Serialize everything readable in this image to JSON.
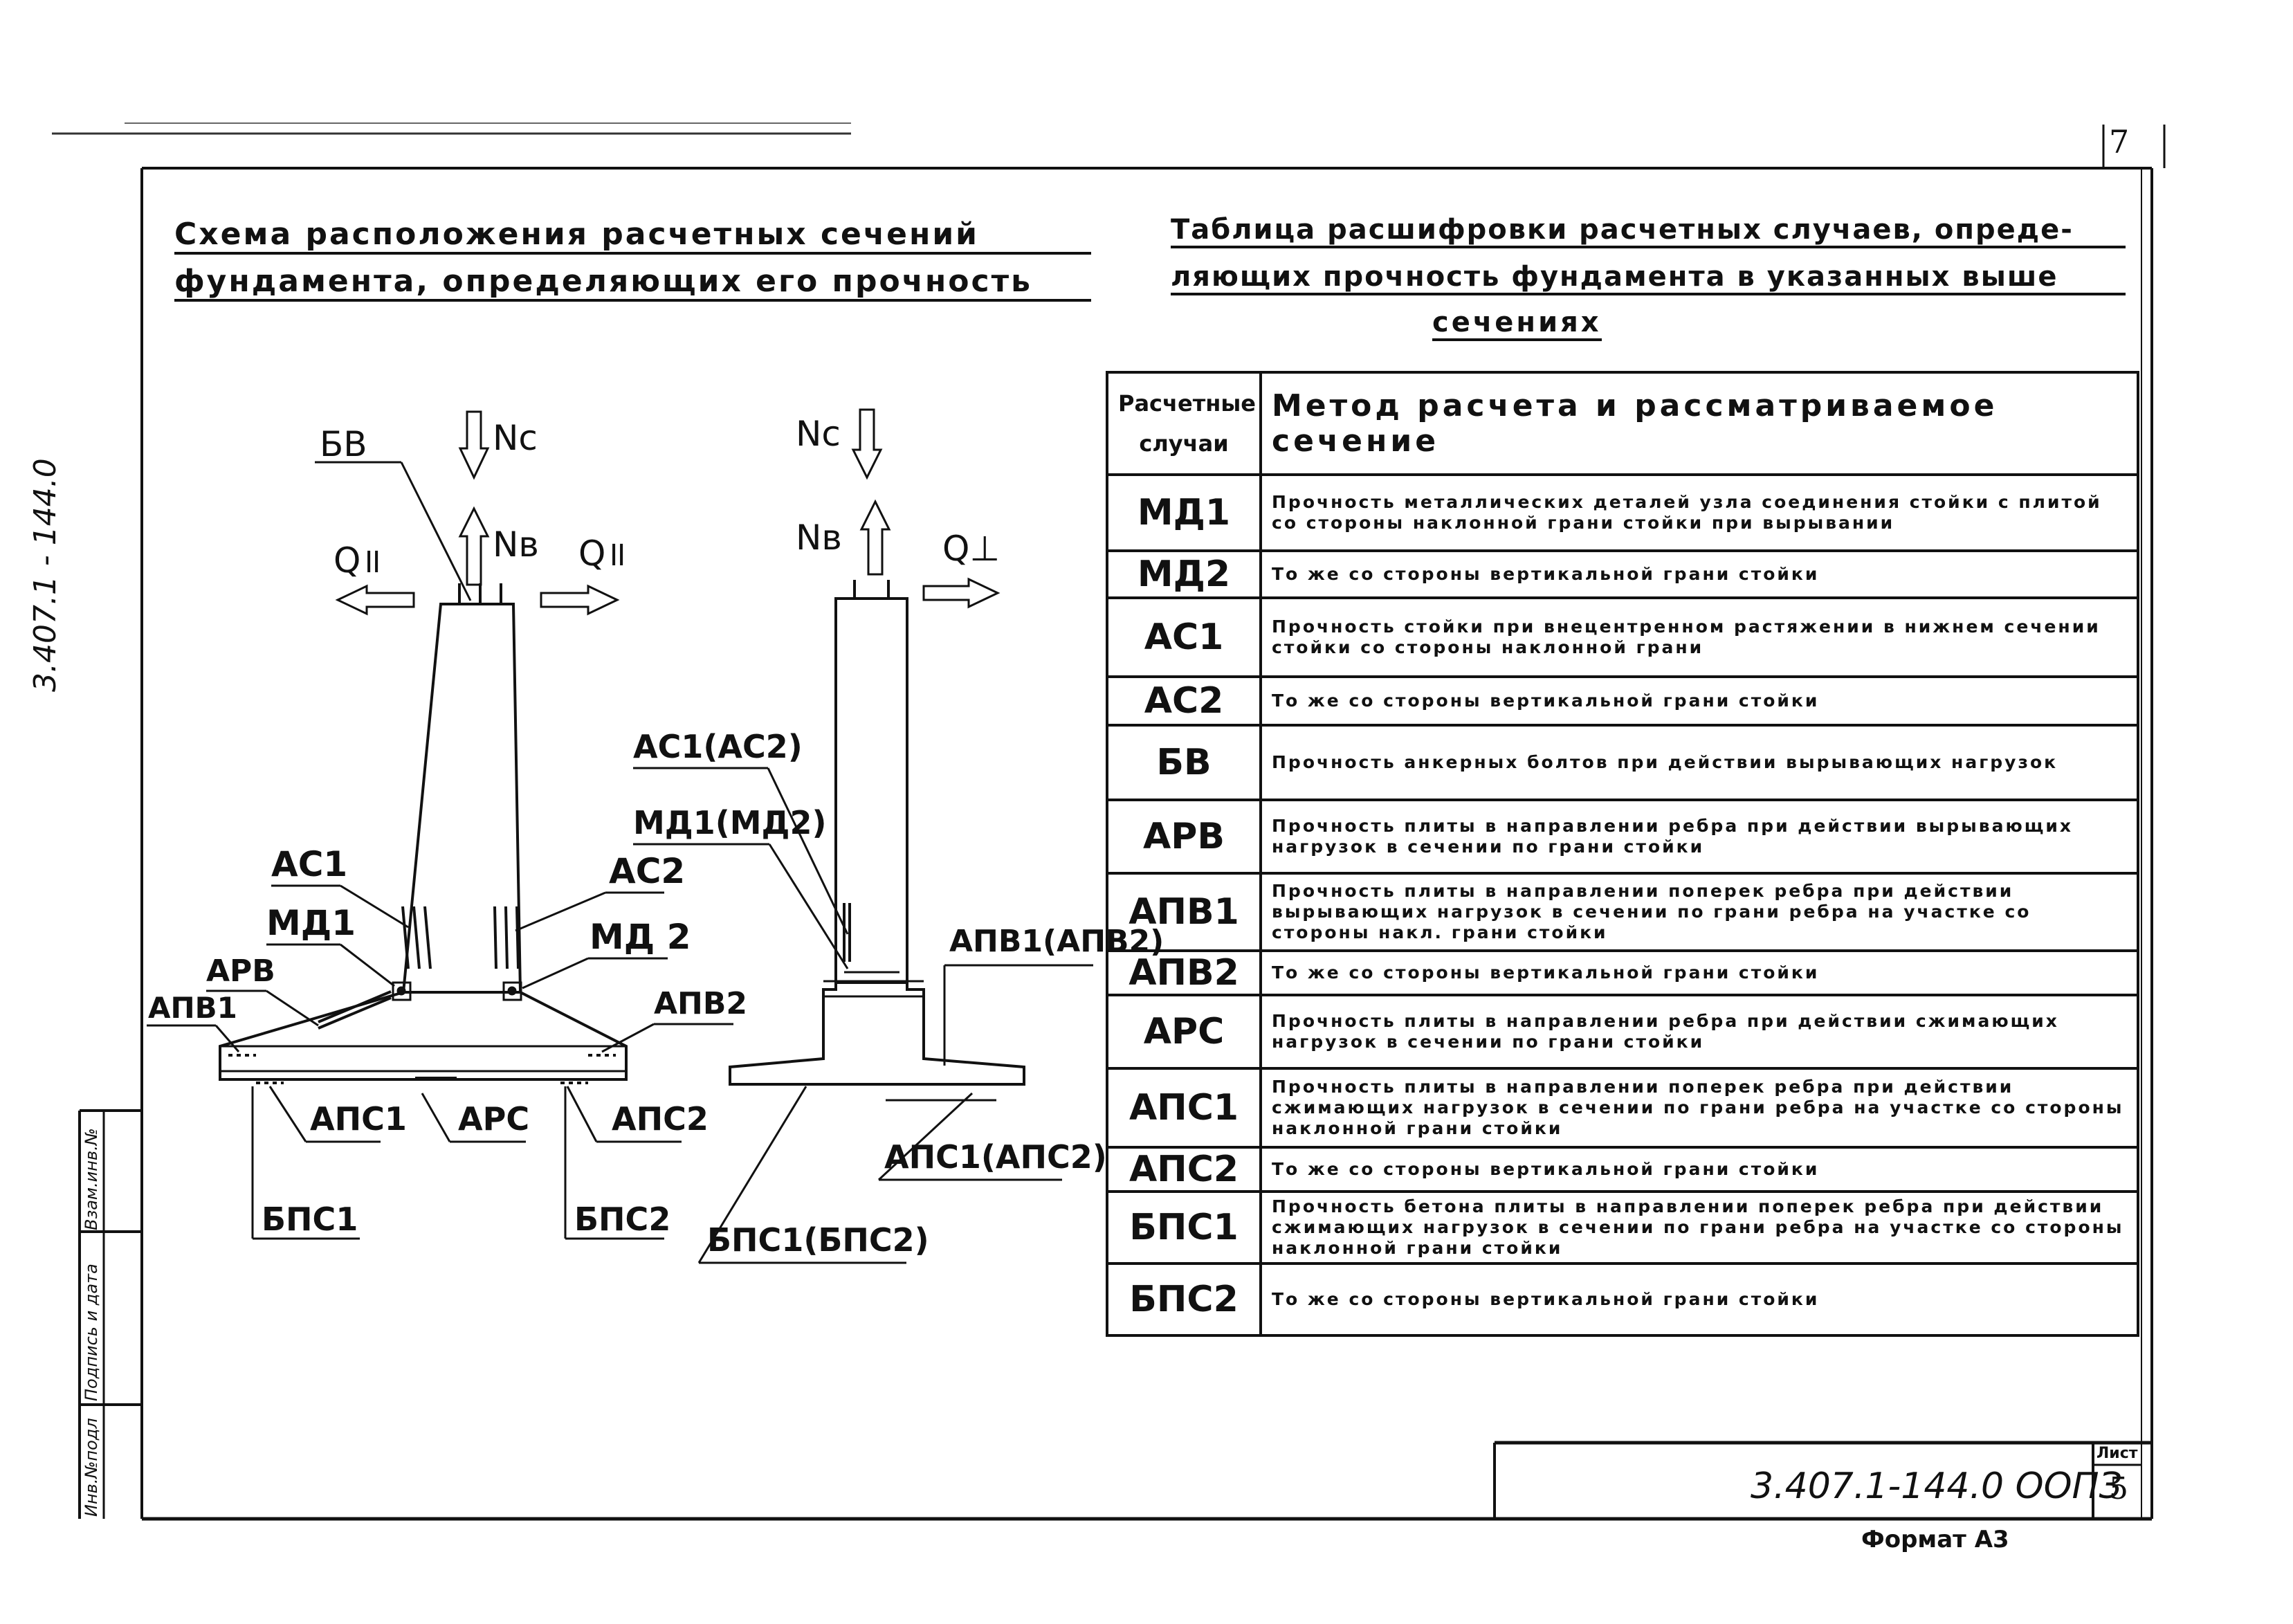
{
  "sheet": {
    "page_number": "7",
    "left_heading_line1": "Схема расположения расчетных сечений",
    "left_heading_line2": "фундамента, определяющих его прочность",
    "right_heading_line1": "Таблица расшифровки расчетных случаев, опреде-",
    "right_heading_line2": "ляющих прочность фундамента в указанных выше",
    "right_heading_line3": "сечениях",
    "side_code": "3.407.1 - 144.0",
    "doc_code": "3.407.1-144.0 ООПЗ",
    "sheet_label": "Лист",
    "sheet_number": "5",
    "format": "Формат А3"
  },
  "stamp": {
    "inv_podl": "Инв.№подл",
    "podpis_data": "Подпись и дата",
    "vzam_inv": "Взам.инв.№"
  },
  "diagram": {
    "left": {
      "nc": "Nc",
      "nv": "Nв",
      "q_left": "Q॥",
      "q_right": "Q॥",
      "bv": "БВ",
      "as1": "АС1",
      "as2": "АС2",
      "md1": "МД1",
      "md2": "МД 2",
      "arv": "АРВ",
      "apv1": "АПВ1",
      "apv2": "АПВ2",
      "aps1": "АПС1",
      "arc": "АРС",
      "aps2": "АПС2",
      "bps1": "БПС1",
      "bps2": "БПС2"
    },
    "right": {
      "nc": "Nc",
      "nv": "Nв",
      "q": "Q⊥",
      "as": "АС1(АС2)",
      "md": "МД1(МД2)",
      "apv": "АПВ1(АПВ2)",
      "aps": "АПС1(АПС2)",
      "bps": "БПС1(БПС2)"
    }
  },
  "table": {
    "header_col1": "Расчетные случаи",
    "header_col2": "Метод расчета и рассматриваемое сечение",
    "rows": [
      {
        "code": "МД1",
        "desc": "Прочность металлических деталей узла соединения стойки с плитой со стороны наклонной грани стойки при вырывании"
      },
      {
        "code": "МД2",
        "desc": "То же со стороны вертикальной грани стойки"
      },
      {
        "code": "АС1",
        "desc": "Прочность стойки при внецентренном растяжении в нижнем сечении стойки со стороны наклонной грани"
      },
      {
        "code": "АС2",
        "desc": "То же со стороны вертикальной грани стойки"
      },
      {
        "code": "БВ",
        "desc": "Прочность анкерных болтов при действии вырывающих нагрузок"
      },
      {
        "code": "АРВ",
        "desc": "Прочность плиты в направлении ребра при действии вырывающих нагрузок в сечении по грани стойки"
      },
      {
        "code": "АПВ1",
        "desc": "Прочность плиты в направлении поперек ребра при действии вырывающих нагрузок в сечении по грани ребра на участке со стороны накл. грани стойки"
      },
      {
        "code": "АПВ2",
        "desc": "То же со стороны вертикальной грани стойки"
      },
      {
        "code": "АРС",
        "desc": "Прочность плиты в направлении ребра при действии сжимающих нагрузок в сечении по грани стойки"
      },
      {
        "code": "АПС1",
        "desc": "Прочность плиты в направлении поперек ребра при действии сжимающих нагрузок в сечении по грани ребра на участке со стороны наклонной грани стойки"
      },
      {
        "code": "АПС2",
        "desc": "То же со стороны вертикальной грани стойки"
      },
      {
        "code": "БПС1",
        "desc": "Прочность бетона плиты в направлении поперек ребра при действии сжимающих нагрузок в сечении по грани ребра на участке со стороны наклонной грани стойки"
      },
      {
        "code": "БПС2",
        "desc": "То же со стороны вертикальной грани стойки"
      }
    ]
  }
}
